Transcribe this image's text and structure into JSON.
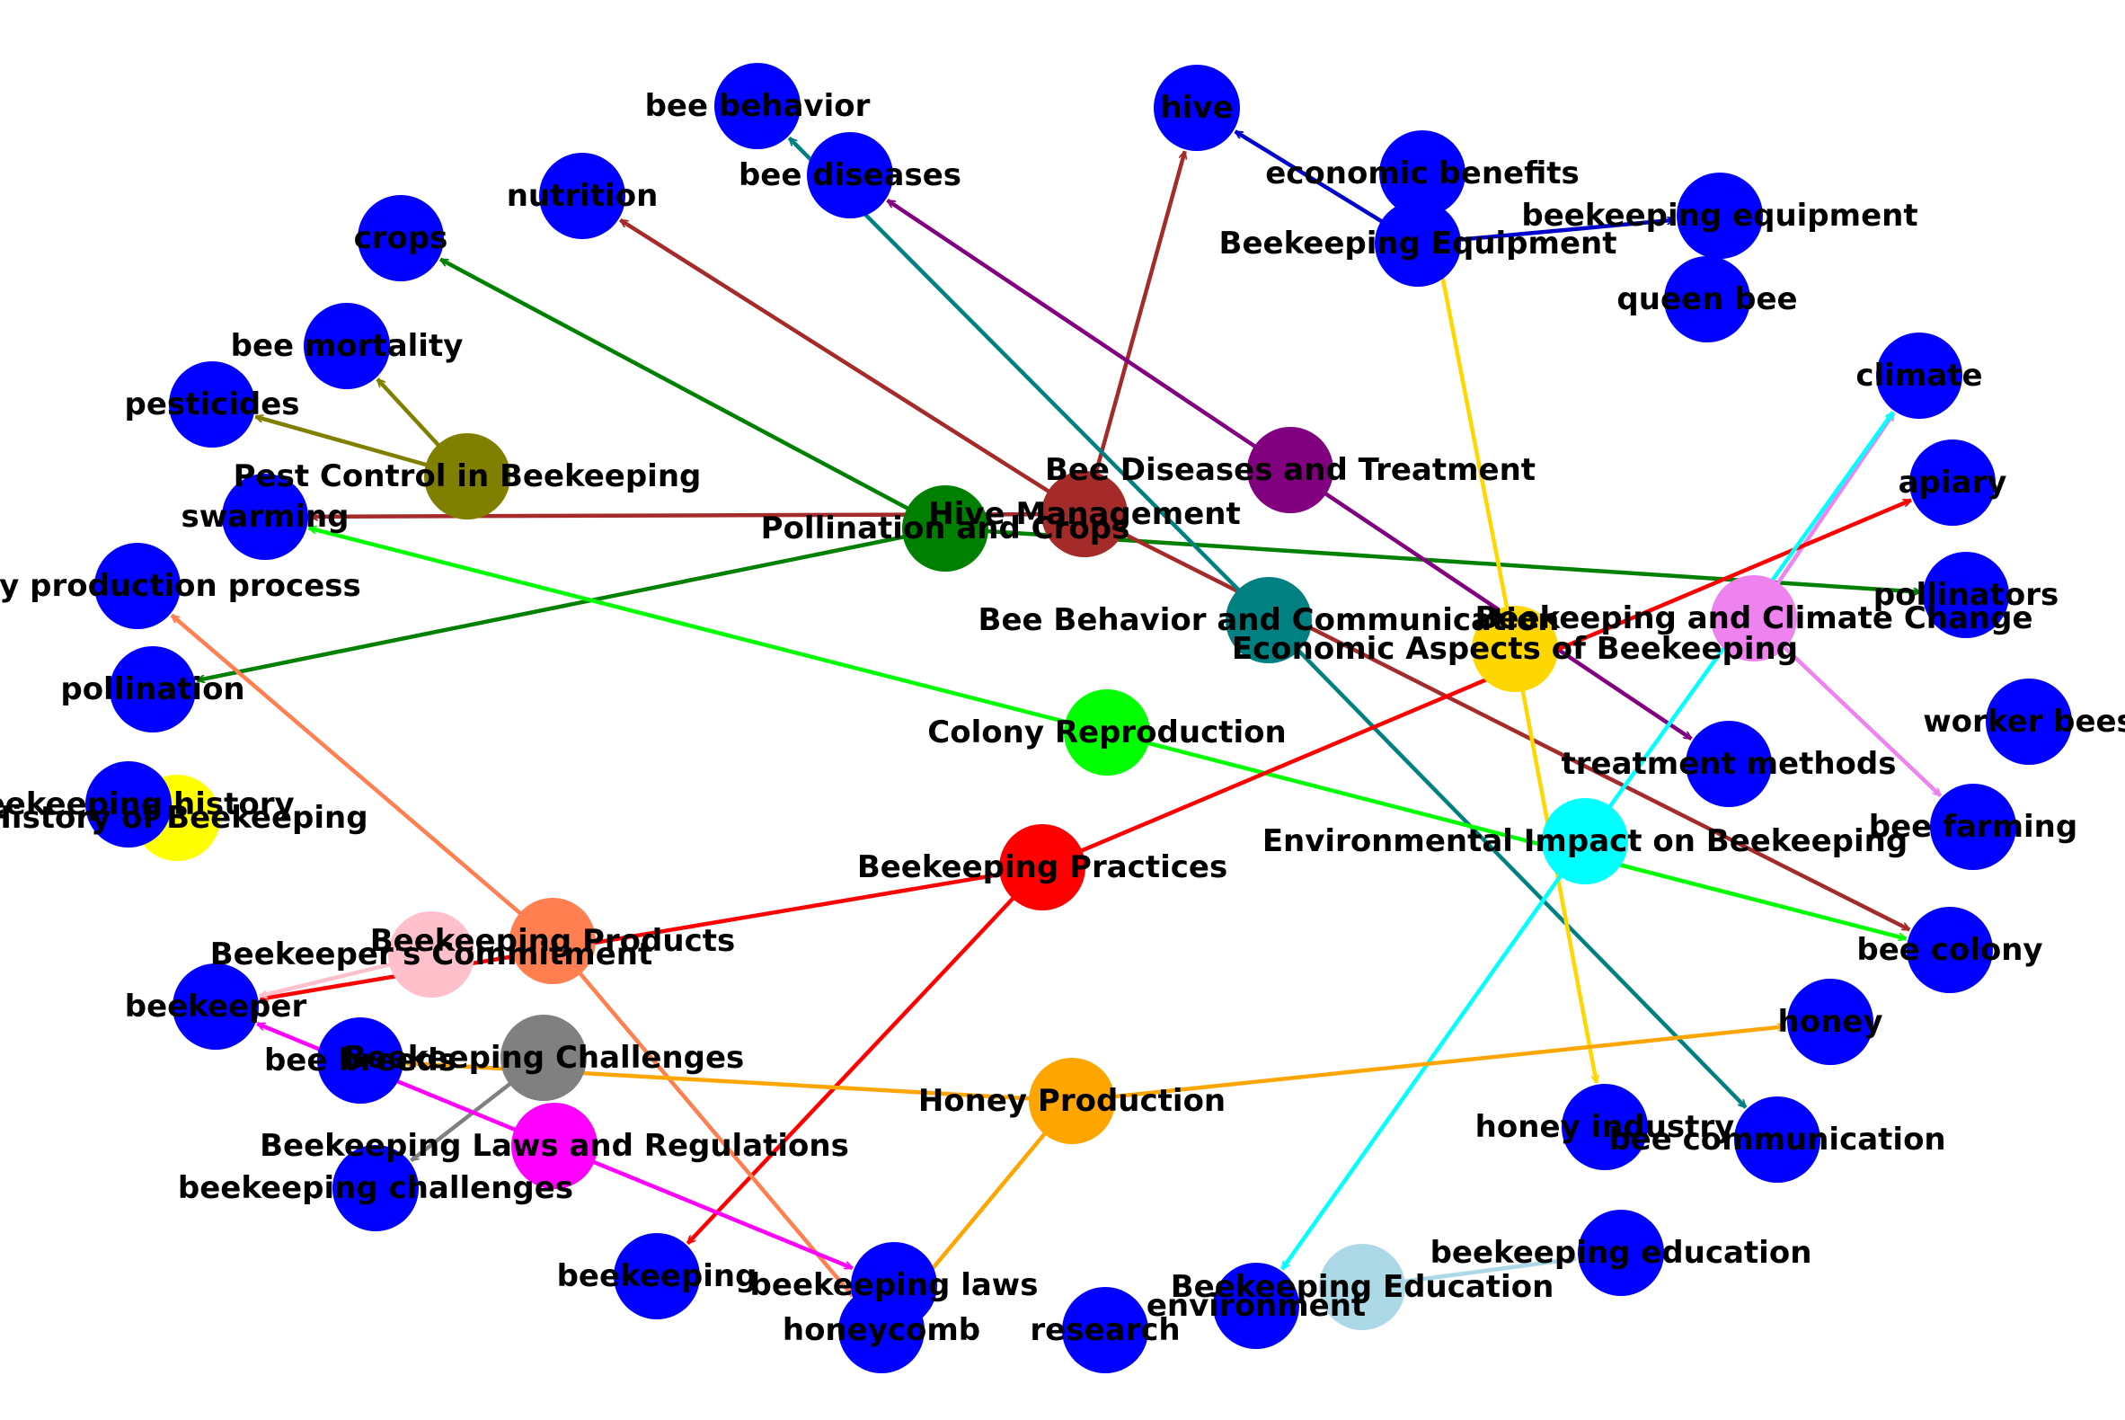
{
  "graph": {
    "nodes": [
      {
        "id": "pest_control",
        "label": "Pest Control in Beekeeping",
        "color": "#808000"
      },
      {
        "id": "pollination_crops",
        "label": "Pollination and Crops",
        "color": "#008000"
      },
      {
        "id": "hive_management",
        "label": "Hive Management",
        "color": "#A52A2A"
      },
      {
        "id": "bee_diseases_treatment",
        "label": "Bee Diseases and Treatment",
        "color": "#800080"
      },
      {
        "id": "beekeeping_equipment_hub",
        "label": "Beekeeping Equipment",
        "color": "#0000FF"
      },
      {
        "id": "bee_behavior_comm",
        "label": "Bee Behavior and Communication",
        "color": "#008080"
      },
      {
        "id": "economic_aspects",
        "label": "Economic Aspects of Beekeeping",
        "color": "#FFD700"
      },
      {
        "id": "climate_change",
        "label": "Beekeeping and Climate Change",
        "color": "#EE82EE"
      },
      {
        "id": "colony_reproduction",
        "label": "Colony Reproduction",
        "color": "#00FF00"
      },
      {
        "id": "history_of_beekeeping",
        "label": "History of Beekeeping",
        "color": "#FFFF00"
      },
      {
        "id": "beekeeping_practices",
        "label": "Beekeeping Practices",
        "color": "#FF0000"
      },
      {
        "id": "environmental_impact",
        "label": "Environmental Impact on Beekeeping",
        "color": "#00FFFF"
      },
      {
        "id": "beekeeping_products",
        "label": "Beekeeping Products",
        "color": "#FF7F50"
      },
      {
        "id": "beekeepers_commitment",
        "label": "Beekeeper's Commitment",
        "color": "#FFC0CB"
      },
      {
        "id": "beekeeping_challenges_hub",
        "label": "Beekeeping Challenges",
        "color": "#808080"
      },
      {
        "id": "laws_regulations",
        "label": "Beekeeping Laws and Regulations",
        "color": "#FF00FF"
      },
      {
        "id": "honey_production",
        "label": "Honey Production",
        "color": "#FFA500"
      },
      {
        "id": "beekeeping_education_hub",
        "label": "Beekeeping Education",
        "color": "#ADD8E6"
      },
      {
        "id": "bee_behavior",
        "label": "bee behavior",
        "color": "#0000FF"
      },
      {
        "id": "hive",
        "label": "hive",
        "color": "#0000FF"
      },
      {
        "id": "bee_diseases",
        "label": "bee diseases",
        "color": "#0000FF"
      },
      {
        "id": "nutrition",
        "label": "nutrition",
        "color": "#0000FF"
      },
      {
        "id": "economic_benefits",
        "label": "economic benefits",
        "color": "#0000FF"
      },
      {
        "id": "beekeeping_equipment",
        "label": "beekeeping equipment",
        "color": "#0000FF"
      },
      {
        "id": "crops",
        "label": "crops",
        "color": "#0000FF"
      },
      {
        "id": "queen_bee",
        "label": "queen bee",
        "color": "#0000FF"
      },
      {
        "id": "bee_mortality",
        "label": "bee mortality",
        "color": "#0000FF"
      },
      {
        "id": "climate",
        "label": "climate",
        "color": "#0000FF"
      },
      {
        "id": "pesticides",
        "label": "pesticides",
        "color": "#0000FF"
      },
      {
        "id": "apiary",
        "label": "apiary",
        "color": "#0000FF"
      },
      {
        "id": "swarming",
        "label": "swarming",
        "color": "#0000FF"
      },
      {
        "id": "pollinators",
        "label": "pollinators",
        "color": "#0000FF"
      },
      {
        "id": "honey_production_process",
        "label": "honey production process",
        "color": "#0000FF"
      },
      {
        "id": "pollination",
        "label": "pollination",
        "color": "#0000FF"
      },
      {
        "id": "worker_bees",
        "label": "worker bees",
        "color": "#0000FF"
      },
      {
        "id": "treatment_methods",
        "label": "treatment methods",
        "color": "#0000FF"
      },
      {
        "id": "beekeeping_history",
        "label": "beekeeping history",
        "color": "#0000FF"
      },
      {
        "id": "bee_farming",
        "label": "bee farming",
        "color": "#0000FF"
      },
      {
        "id": "bee_colony",
        "label": "bee colony",
        "color": "#0000FF"
      },
      {
        "id": "beekeeper",
        "label": "beekeeper",
        "color": "#0000FF"
      },
      {
        "id": "honey",
        "label": "honey",
        "color": "#0000FF"
      },
      {
        "id": "bee_breeds",
        "label": "bee breeds",
        "color": "#0000FF"
      },
      {
        "id": "honey_industry",
        "label": "honey industry",
        "color": "#0000FF"
      },
      {
        "id": "bee_communication",
        "label": "bee communication",
        "color": "#0000FF"
      },
      {
        "id": "beekeeping_challenges",
        "label": "beekeeping challenges",
        "color": "#0000FF"
      },
      {
        "id": "beekeeping_education",
        "label": "beekeeping education",
        "color": "#0000FF"
      },
      {
        "id": "beekeeping",
        "label": "beekeeping",
        "color": "#0000FF"
      },
      {
        "id": "beekeeping_laws",
        "label": "beekeeping laws",
        "color": "#0000FF"
      },
      {
        "id": "honeycomb",
        "label": "honeycomb",
        "color": "#0000FF"
      },
      {
        "id": "research",
        "label": "research",
        "color": "#0000FF"
      },
      {
        "id": "environment",
        "label": "environment",
        "color": "#0000FF"
      }
    ],
    "edges": [
      {
        "from": "pest_control",
        "to": "bee_mortality",
        "color": "#808000"
      },
      {
        "from": "pest_control",
        "to": "pesticides",
        "color": "#808000"
      },
      {
        "from": "pollination_crops",
        "to": "crops",
        "color": "#008000"
      },
      {
        "from": "pollination_crops",
        "to": "pollination",
        "color": "#008000"
      },
      {
        "from": "pollination_crops",
        "to": "pollinators",
        "color": "#008000"
      },
      {
        "from": "hive_management",
        "to": "nutrition",
        "color": "#A52A2A"
      },
      {
        "from": "hive_management",
        "to": "hive",
        "color": "#A52A2A"
      },
      {
        "from": "hive_management",
        "to": "swarming",
        "color": "#A52A2A"
      },
      {
        "from": "hive_management",
        "to": "bee_colony",
        "color": "#A52A2A"
      },
      {
        "from": "bee_diseases_treatment",
        "to": "bee_diseases",
        "color": "#800080"
      },
      {
        "from": "bee_diseases_treatment",
        "to": "treatment_methods",
        "color": "#800080"
      },
      {
        "from": "beekeeping_equipment_hub",
        "to": "hive",
        "color": "#0000CD"
      },
      {
        "from": "beekeeping_equipment_hub",
        "to": "beekeeping_equipment",
        "color": "#0000CD"
      },
      {
        "from": "bee_behavior_comm",
        "to": "bee_behavior",
        "color": "#008080"
      },
      {
        "from": "bee_behavior_comm",
        "to": "bee_communication",
        "color": "#008080"
      },
      {
        "from": "economic_aspects",
        "to": "economic_benefits",
        "color": "#FFD700"
      },
      {
        "from": "economic_aspects",
        "to": "honey_industry",
        "color": "#FFD700"
      },
      {
        "from": "climate_change",
        "to": "climate",
        "color": "#EE82EE"
      },
      {
        "from": "climate_change",
        "to": "bee_farming",
        "color": "#EE82EE"
      },
      {
        "from": "colony_reproduction",
        "to": "swarming",
        "color": "#00FF00"
      },
      {
        "from": "colony_reproduction",
        "to": "bee_colony",
        "color": "#00FF00"
      },
      {
        "from": "beekeeping_practices",
        "to": "apiary",
        "color": "#FF0000"
      },
      {
        "from": "beekeeping_practices",
        "to": "beekeeping",
        "color": "#FF0000"
      },
      {
        "from": "beekeeping_practices",
        "to": "beekeeper",
        "color": "#FF0000"
      },
      {
        "from": "environmental_impact",
        "to": "climate",
        "color": "#00FFFF"
      },
      {
        "from": "environmental_impact",
        "to": "environment",
        "color": "#00FFFF"
      },
      {
        "from": "beekeeping_products",
        "to": "honey_production_process",
        "color": "#FF7F50"
      },
      {
        "from": "beekeeping_products",
        "to": "honeycomb",
        "color": "#FF7F50"
      },
      {
        "from": "beekeepers_commitment",
        "to": "beekeeper",
        "color": "#FFC0CB"
      },
      {
        "from": "beekeeping_challenges_hub",
        "to": "beekeeping_challenges",
        "color": "#808080"
      },
      {
        "from": "laws_regulations",
        "to": "beekeeper",
        "color": "#FF00FF"
      },
      {
        "from": "laws_regulations",
        "to": "beekeeping_laws",
        "color": "#FF00FF"
      },
      {
        "from": "honey_production",
        "to": "honey",
        "color": "#FFA500"
      },
      {
        "from": "honey_production",
        "to": "bee_breeds",
        "color": "#FFA500"
      },
      {
        "from": "honey_production",
        "to": "honeycomb",
        "color": "#FFA500"
      },
      {
        "from": "beekeeping_education_hub",
        "to": "beekeeping_education",
        "color": "#ADD8E6"
      }
    ]
  }
}
